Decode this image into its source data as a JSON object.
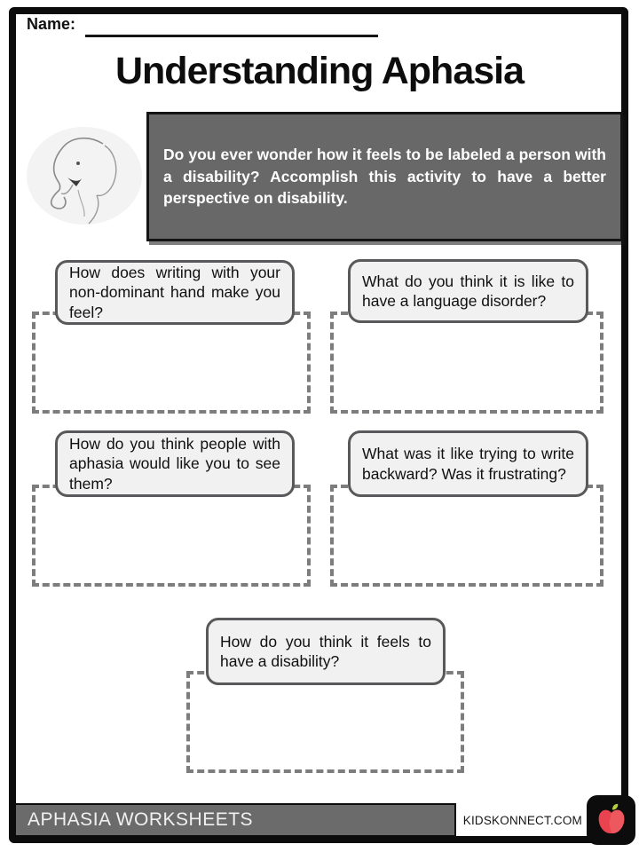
{
  "header": {
    "name_label": "Name:",
    "title": "Understanding Aphasia"
  },
  "instruction": {
    "text": "Do you ever wonder how it feels to be labeled a person with a disability? Accomplish this activity to have a better perspective on disability."
  },
  "questions": [
    {
      "text": "How does writing with your non-dominant hand make you feel?"
    },
    {
      "text": "What do you think it is like to have a language disorder?"
    },
    {
      "text": "How do you think people with aphasia would like you to see them?"
    },
    {
      "text": "What was it like trying to write backward? Was it frustrating?"
    },
    {
      "text": "How do you think it feels to have a disability?"
    }
  ],
  "footer": {
    "left_label": "APHASIA WORKSHEETS",
    "site": "KIDSKONNECT.COM"
  },
  "icons": {
    "elephant_illustration": "elephant-line-drawing",
    "apple_logo": "apple-icon"
  },
  "colors": {
    "instruction_panel_bg": "#686868",
    "footer_bar_bg": "#6b6b6b",
    "bubble_bg": "#f1f1f1",
    "bubble_border": "#59595b",
    "dashed_border": "#7d7d7d",
    "frame_border": "#0c0c0c",
    "apple_red": "#e8434e",
    "apple_red_light": "#ef5f66",
    "leaf_green": "#b6cf3f"
  }
}
